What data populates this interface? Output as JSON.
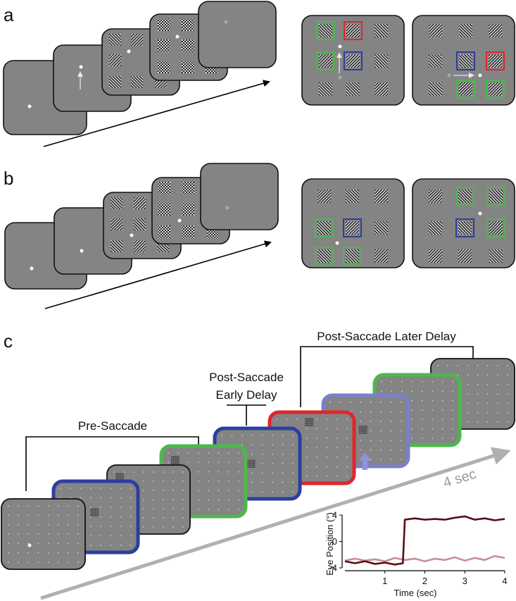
{
  "panels": [
    {
      "letter": "a"
    },
    {
      "letter": "b"
    },
    {
      "letter": "c"
    }
  ],
  "panel_c": {
    "epochs": {
      "pre_saccade": "Pre-Saccade",
      "early_delay_line1": "Post-Saccade",
      "early_delay_line2": "Early Delay",
      "later_delay": "Post-Saccade Later Delay"
    },
    "duration_label": "4 sec"
  },
  "colors": {
    "screen_fill": "#848484",
    "green_box": "#4cb84c",
    "blue_box": "#2b3f9e",
    "red_box": "#e0262a",
    "lavender": "#7a7fcf",
    "arrow_gray": "#b0b0b0",
    "trace_dark": "#5a0d16",
    "trace_light": "#c88e93"
  },
  "chart_data": {
    "type": "line",
    "xlabel": "Time (sec)",
    "ylabel": "Eye Position (°)",
    "xlim": [
      0,
      4
    ],
    "ylim": [
      -4,
      4
    ],
    "xticks": [
      1,
      2,
      3,
      4
    ],
    "yticks": [
      -4,
      0,
      4
    ],
    "series": [
      {
        "key": "dark",
        "x": [
          0,
          0.25,
          0.5,
          0.75,
          1.0,
          1.25,
          1.45,
          1.5,
          1.75,
          2.0,
          2.25,
          2.5,
          2.75,
          3.0,
          3.25,
          3.5,
          3.75,
          4.0
        ],
        "y": [
          -3.0,
          -3.3,
          -3.0,
          -3.4,
          -3.2,
          -3.5,
          -3.3,
          3.3,
          3.5,
          3.3,
          3.4,
          3.3,
          3.6,
          3.8,
          3.3,
          3.5,
          3.2,
          3.4
        ]
      },
      {
        "key": "light",
        "x": [
          0,
          0.25,
          0.5,
          0.75,
          1.0,
          1.25,
          1.5,
          1.75,
          2.0,
          2.25,
          2.5,
          2.75,
          3.0,
          3.25,
          3.5,
          3.75,
          4.0
        ],
        "y": [
          -2.9,
          -2.6,
          -2.9,
          -2.7,
          -3.0,
          -2.5,
          -2.8,
          -2.6,
          -3.0,
          -2.6,
          -2.8,
          -2.4,
          -2.9,
          -2.5,
          -2.8,
          -2.2,
          -2.5
        ]
      }
    ]
  }
}
